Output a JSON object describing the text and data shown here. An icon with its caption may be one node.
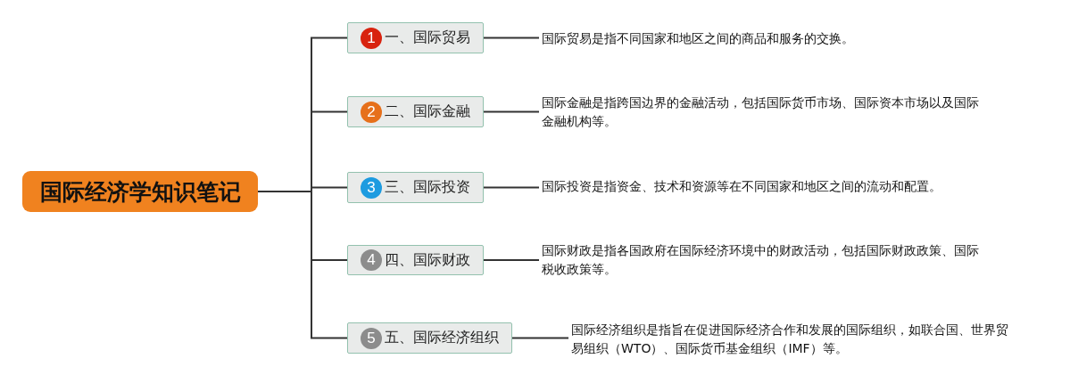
{
  "diagram": {
    "nodes": [
      {
        "text": [
          "国际经济学知识笔记"
        ]
      },
      {
        "text": [
          "1",
          "一、国际贸易"
        ]
      },
      {
        "text": [
          "国际贸易是指不同国家和地区之间的商品和服务的交换。"
        ]
      },
      {
        "text": [
          "2",
          "二、国际金融"
        ]
      },
      {
        "text": [
          "国际金融是指跨国边界的金融活动，包括国际货币市场、国际资本市场以及国际金融机构等。"
        ]
      },
      {
        "text": [
          "3",
          "三、国际投资"
        ]
      },
      {
        "text": [
          "国际投资是指资金、技术和资源等在不同国家和地区之间的流动和配置。"
        ]
      },
      {
        "text": [
          "4",
          "四、国际财政"
        ]
      },
      {
        "text": [
          "国际财政是指各国政府在国际经济环境中的财政活动，包括国际财政政策、国际税收政策等。"
        ]
      },
      {
        "text": [
          "5",
          "五、国际经济组织"
        ]
      },
      {
        "text": [
          "国际经济组织是指旨在促进国际经济合作和发展的国际组织，如联合国、世界贸易组织（WTO）、国际货币基金组织（IMF）等。"
        ]
      }
    ],
    "edges": [
      {
        "from": 0,
        "to": 1,
        "arrow": "none"
      },
      {
        "from": 0,
        "to": 3,
        "arrow": "none"
      },
      {
        "from": 0,
        "to": 5,
        "arrow": "none"
      },
      {
        "from": 0,
        "to": 7,
        "arrow": "none"
      },
      {
        "from": 0,
        "to": 9,
        "arrow": "none"
      },
      {
        "from": 1,
        "to": 2,
        "arrow": "none"
      },
      {
        "from": 3,
        "to": 4,
        "arrow": "none"
      },
      {
        "from": 5,
        "to": 6,
        "arrow": "none"
      },
      {
        "from": 7,
        "to": 8,
        "arrow": "none"
      },
      {
        "from": 9,
        "to": 10,
        "arrow": "none"
      }
    ]
  }
}
